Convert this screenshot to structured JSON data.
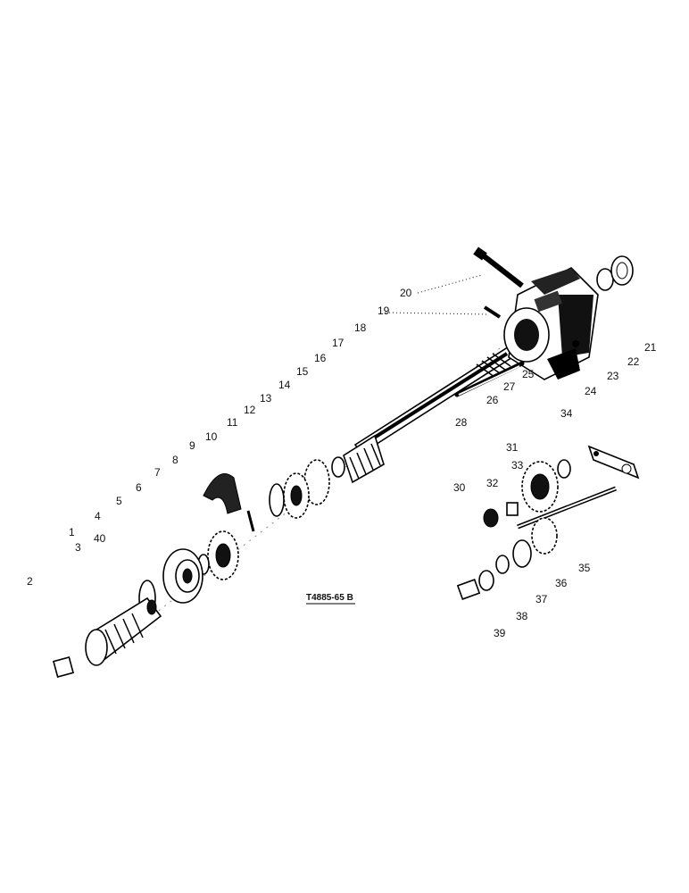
{
  "drawing": {
    "reference": "T4885-65 B",
    "labels": [
      "2",
      "3",
      "4",
      "40",
      "5",
      "6",
      "7",
      "8",
      "9",
      "10",
      "11",
      "12",
      "13",
      "14",
      "15",
      "16",
      "17",
      "18",
      "19",
      "20",
      "21",
      "22",
      "23",
      "24",
      "25",
      "26",
      "27",
      "28",
      "30",
      "31",
      "32",
      "33",
      "34",
      "35",
      "36",
      "37",
      "38",
      "39",
      "1"
    ]
  }
}
